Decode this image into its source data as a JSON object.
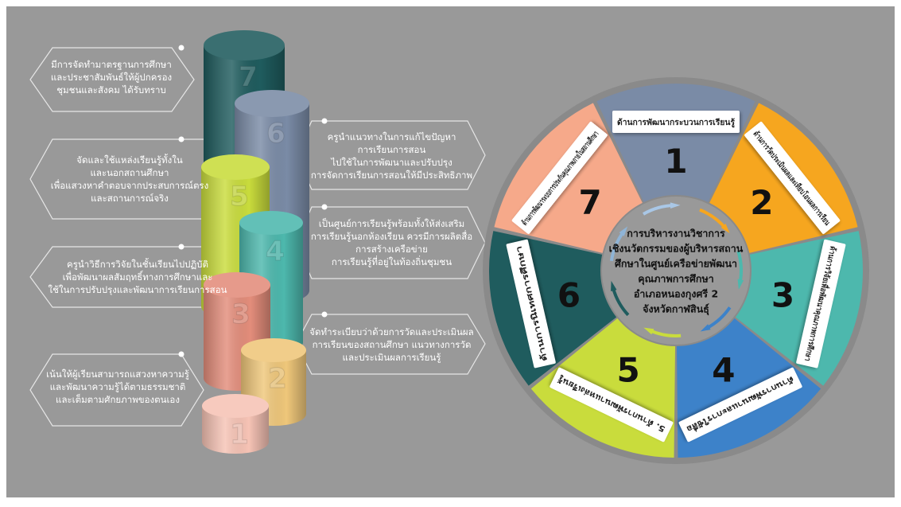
{
  "colors": {
    "background": "#999999",
    "segment_1": "#7a8ba6",
    "segment_2": "#f6a61f",
    "segment_3": "#4db8ad",
    "segment_4": "#3d82c9",
    "segment_5": "#c9dc3c",
    "segment_6": "#1f5c5e",
    "segment_7": "#f6a98a",
    "center": "#999999"
  },
  "notes": {
    "n7": {
      "lines": [
        "มีการจัดทำมาตรฐานการศึกษา",
        "และประชาสัมพันธ์ให้ผู้ปกครอง",
        "ชุมชนและสังคม ได้รับทราบ"
      ]
    },
    "n6": {
      "lines": [
        "ครูนำแนวทางในการแก้ไขปัญหา",
        "การเรียนการสอน",
        "ไปใช้ในการพัฒนาและปรับปรุง",
        "การจัดการเรียนการสอนให้มีประสิทธิภาพ"
      ]
    },
    "n5": {
      "lines": [
        "จัดและใช้แหล่งเรียนรู้ทั้งใน",
        "และนอกสถานศึกษา",
        "เพื่อแสวงหาคำตอบจากประสบการณ์ตรง",
        "และสถานการณ์จริง"
      ]
    },
    "n4": {
      "lines": [
        "เป็นศูนย์การเรียนรู้พร้อมทั้งให้ส่งเสริม",
        "การเรียนรู้นอกห้องเรียน ควรมีการผลิตสื่อ",
        "การสร้างเครือข่าย",
        "การเรียนรู้ที่อยู่ในท้องถิ่นชุมชน"
      ]
    },
    "n3": {
      "lines": [
        "ครูนำวิธีการวิจัยในชั้นเรียนไปปฏิบัติ",
        "เพื่อพัฒนาผลสัมฤทธิ์ทางการศึกษาและ",
        "ใช้ในการปรับปรุงและพัฒนาการเรียนการสอน"
      ]
    },
    "n2": {
      "lines": [
        "จัดทำระเบียบว่าด้วยการวัดและประเมินผล",
        "การเรียนของสถานศึกษา แนวทางการวัด",
        "และประเมินผลการเรียนรู้"
      ]
    },
    "n1": {
      "lines": [
        "เน้นให้ผู้เรียนสามารถแสวงหาความรู้",
        "และพัฒนาความรู้ได้ตามธรรมชาติ",
        "และเต็มตามศักยภาพของตนเอง"
      ]
    }
  },
  "cylinders": [
    {
      "number": "7",
      "color": "#1f5c5e"
    },
    {
      "number": "6",
      "color": "#7a8ba6"
    },
    {
      "number": "5",
      "color": "#c9dc3c"
    },
    {
      "number": "4",
      "color": "#4db8ad"
    },
    {
      "number": "3",
      "color": "#e38d7b"
    },
    {
      "number": "2",
      "color": "#efc77a"
    },
    {
      "number": "1",
      "color": "#f6c3b5"
    }
  ],
  "wheel": {
    "center_lines": [
      "การบริหารงานวิชาการ",
      "เชิงนวัตกรรมของผู้บริหารสถาน",
      "ศึกษาในศูนย์เครือข่ายพัฒนา",
      "คุณภาพการศึกษา",
      "อำเภอหนองกุงศรี 2",
      "จังหวัดกาฬสินธุ์"
    ],
    "segments": [
      {
        "number": "1",
        "label": "ด้านการพัฒนากระบวนการเรียนรู้"
      },
      {
        "number": "2",
        "label": "ด้านการวัดประเมินผลและเทียบโอนผลการเรียน"
      },
      {
        "number": "3",
        "label": "ด้านการวิจัยเพื่อพัฒนาคุณภาพการศึกษา"
      },
      {
        "number": "4",
        "label": "ด้านการพัฒนาและการใช้สื่อ"
      },
      {
        "number": "5",
        "label": "5. ด้านการพัฒนาแหล่งเรียนรู้"
      },
      {
        "number": "6",
        "label": "ด้านการนิเทศการศึกษา"
      },
      {
        "number": "7",
        "label": "ด้านการพัฒนาระบบการประกันคุณภาพภายในสถานศึกษา"
      }
    ]
  }
}
